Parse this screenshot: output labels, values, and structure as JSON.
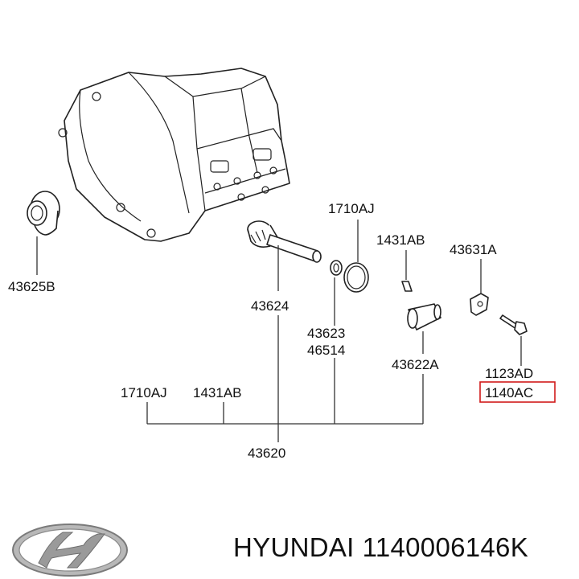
{
  "labels": {
    "part_43625b": "43625B",
    "part_43624": "43624",
    "part_1710aj_top": "1710AJ",
    "part_1431ab_top": "1431AB",
    "part_43631a": "43631A",
    "part_43623": "43623",
    "part_46514": "46514",
    "part_43622a": "43622A",
    "part_1123ad": "1123AD",
    "part_1140ac": "1140AC",
    "part_1710aj_bottom": "1710AJ",
    "part_1431ab_bottom": "1431AB",
    "part_43620": "43620"
  },
  "brand": {
    "name": "HYUNDAI",
    "part_number": "1140006146K"
  },
  "colors": {
    "highlight": "#d11a1a",
    "line": "#222222"
  }
}
